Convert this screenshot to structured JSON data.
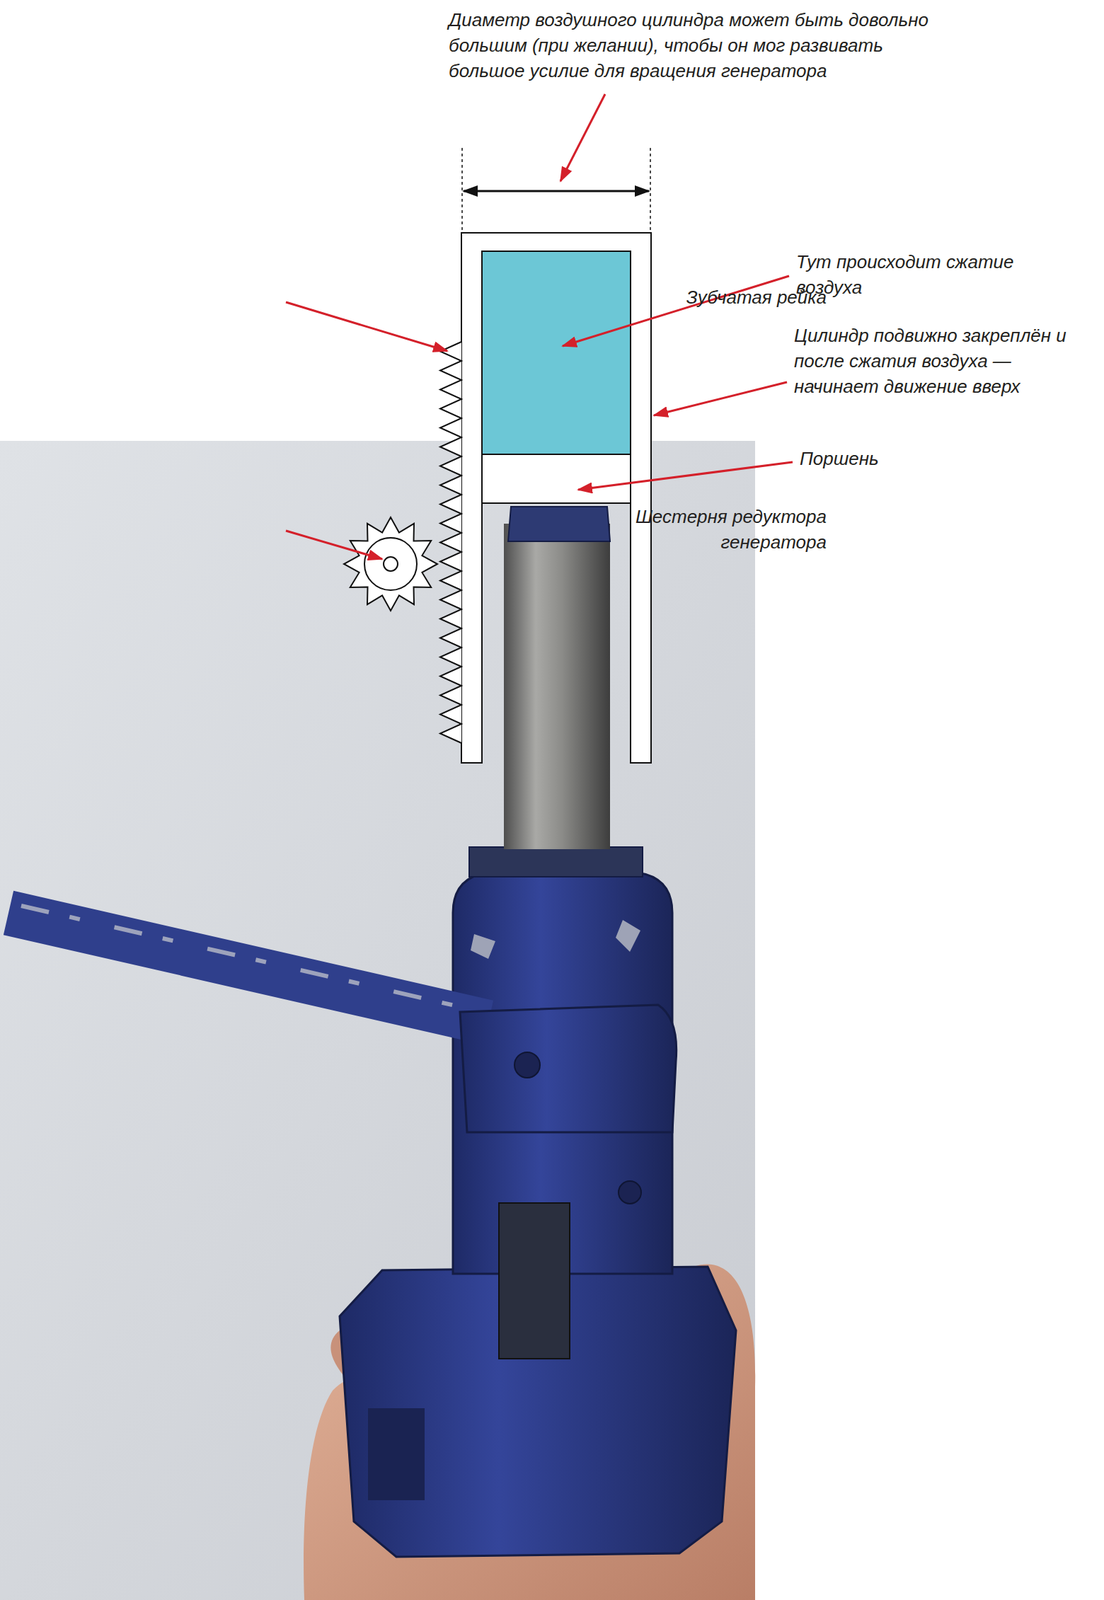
{
  "diagram": {
    "labels": [
      "Диаметр воздушного цилиндра может быть довольно большим (при желании), чтобы он мог развивать большое усилие для вращения генератора",
      "Тут происходит сжатие воздуха",
      "Цилиндр подвижно закреплён и после сжатия воздуха — начинает движение вверх",
      "Поршень",
      "Зубчатая рейка",
      "Шестерня редуктора генератора"
    ]
  }
}
